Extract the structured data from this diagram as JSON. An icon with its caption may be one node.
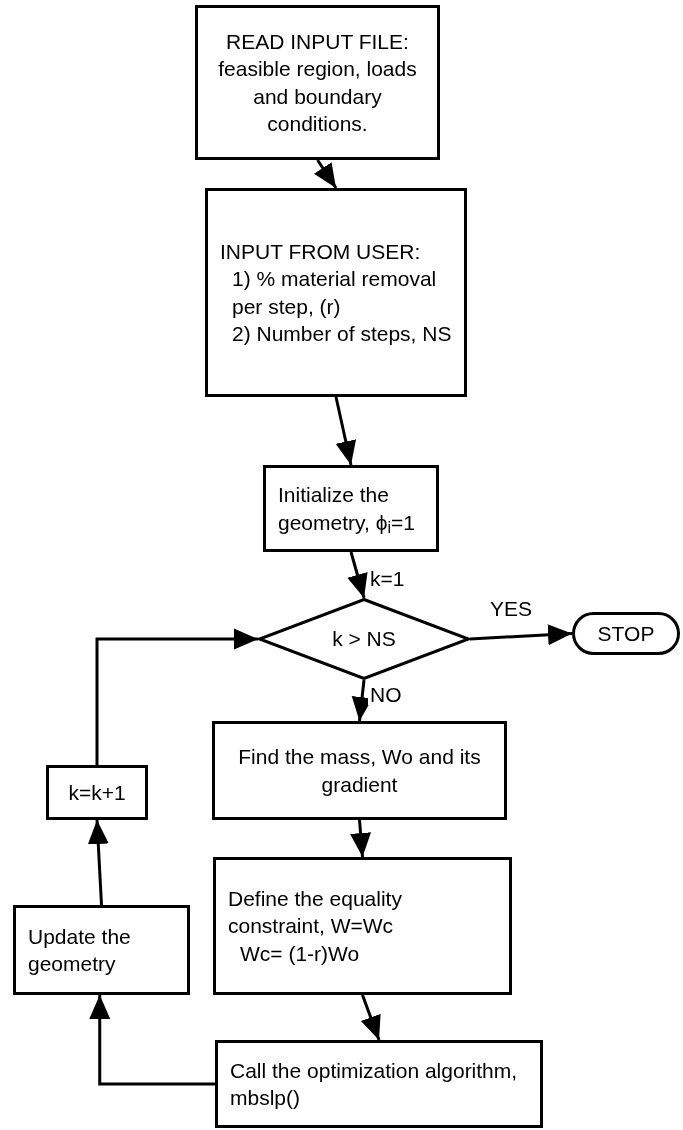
{
  "diagram": {
    "nodes": [
      {
        "text": [
          "READ INPUT FILE:",
          "feasible region, loads and boundary conditions."
        ]
      },
      {
        "text": [
          "INPUT FROM USER:",
          "1) % material removal per step, (r)",
          "2) Number of steps, NS"
        ]
      },
      {
        "text": [
          "Initialize the geometry, ϕ$_{i}$=1"
        ]
      },
      {
        "text": [
          "k > NS"
        ]
      },
      {
        "text": [
          "STOP"
        ]
      },
      {
        "text": [
          "Find the mass, Wo and its gradient"
        ]
      },
      {
        "text": [
          "k=k+1"
        ]
      },
      {
        "text": [
          "Define the equality constraint, W=Wc",
          "Wc= (1-r)Wo"
        ]
      },
      {
        "text": [
          "Update the geometry"
        ]
      },
      {
        "text": [
          "Call the optimization algorithm, mbslp()"
        ]
      }
    ],
    "edges": [
      {
        "from": 0,
        "to": 1,
        "arrow": "to"
      },
      {
        "from": 1,
        "to": 2,
        "arrow": "to"
      },
      {
        "from": 2,
        "to": 3,
        "arrow": "to",
        "label": "k=1"
      },
      {
        "from": 3,
        "to": 4,
        "arrow": "to",
        "label": "YES"
      },
      {
        "from": 3,
        "to": 5,
        "arrow": "to",
        "label": "NO"
      },
      {
        "from": 5,
        "to": 7,
        "arrow": "to"
      },
      {
        "from": 7,
        "to": 9,
        "arrow": "to"
      },
      {
        "from": 9,
        "to": 8,
        "arrow": "to"
      },
      {
        "from": 8,
        "to": 6,
        "arrow": "to"
      },
      {
        "from": 6,
        "to": 3,
        "arrow": "to"
      }
    ]
  }
}
